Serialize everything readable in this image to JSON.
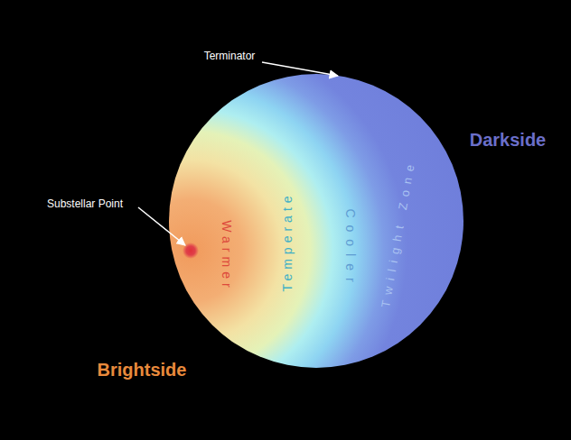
{
  "diagram": {
    "labels": [
      "Terminator",
      "Substellar Point",
      "Brightside",
      "Darkside",
      "Warmer",
      "Temperate",
      "Cooler",
      "Twilight Zone"
    ]
  }
}
